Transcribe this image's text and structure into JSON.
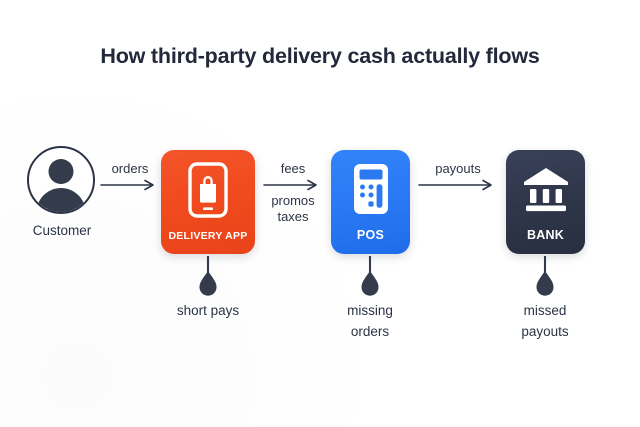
{
  "title": "How third-party delivery cash actually flows",
  "colors": {
    "background": "#ffffff",
    "text_dark": "#2c3445",
    "delivery_app": "#f04a1e",
    "pos": "#2a79f3",
    "bank": "#2f3649",
    "leak": "#343c4c"
  },
  "nodes": {
    "customer": {
      "label": "Customer",
      "icon": "person-avatar-icon"
    },
    "delivery_app": {
      "label": "DELIVERY APP",
      "icon": "phone-shopping-bag-icon",
      "color": "#f04a1e"
    },
    "pos": {
      "label": "POS",
      "icon": "calculator-card-reader-icon",
      "color": "#2a79f3"
    },
    "bank": {
      "label": "BANK",
      "icon": "bank-building-icon",
      "color": "#2f3649"
    }
  },
  "arrows": [
    {
      "id": "orders",
      "from": "customer",
      "to": "delivery_app",
      "above": "orders",
      "below_line1": "",
      "below_line2": ""
    },
    {
      "id": "fees",
      "from": "delivery_app",
      "to": "pos",
      "above": "fees",
      "below_line1": "promos",
      "below_line2": "taxes"
    },
    {
      "id": "payouts",
      "from": "pos",
      "to": "bank",
      "above": "payouts",
      "below_line1": "",
      "below_line2": ""
    }
  ],
  "leaks": [
    {
      "id": "delivery-leak",
      "under": "delivery_app",
      "icon": "droplet-leak-icon",
      "line1": "short pays",
      "line2": ""
    },
    {
      "id": "pos-leak",
      "under": "pos",
      "icon": "droplet-leak-icon",
      "line1": "missing",
      "line2": "orders"
    },
    {
      "id": "bank-leak",
      "under": "bank",
      "icon": "droplet-leak-icon",
      "line1": "missed",
      "line2": "payouts"
    }
  ]
}
